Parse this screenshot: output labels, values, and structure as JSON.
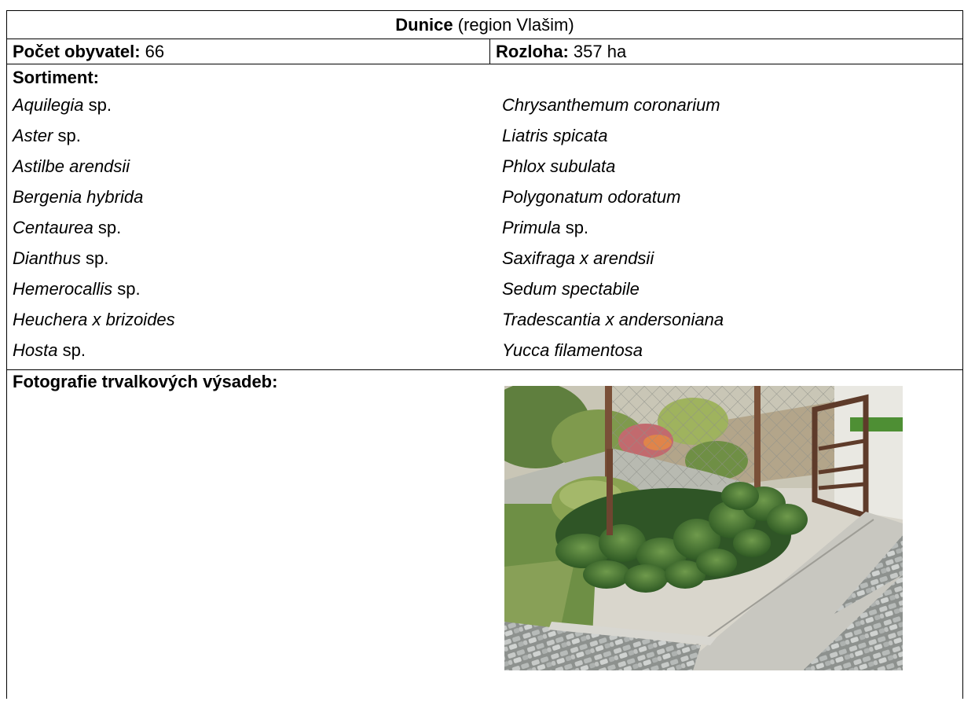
{
  "header": {
    "village": "Dunice",
    "region": "(region Vlašim)"
  },
  "stats": {
    "population_label": "Počet obyvatel:",
    "population_value": "66",
    "area_label": "Rozloha:",
    "area_value": "357 ha"
  },
  "sortiment": {
    "heading": "Sortiment:",
    "left": [
      {
        "name": "Aquilegia",
        "suffix": " sp."
      },
      {
        "name": "Aster",
        "suffix": " sp."
      },
      {
        "name": "Astilbe arendsii",
        "suffix": ""
      },
      {
        "name": "Bergenia hybrida",
        "suffix": ""
      },
      {
        "name": "Centaurea",
        "suffix": " sp."
      },
      {
        "name": "Dianthus",
        "suffix": " sp."
      },
      {
        "name": "Hemerocallis",
        "suffix": " sp."
      },
      {
        "name": "Heuchera x brizoides",
        "suffix": ""
      },
      {
        "name": "Hosta",
        "suffix": " sp."
      }
    ],
    "right": [
      {
        "name": "Chrysanthemum coronarium",
        "suffix": ""
      },
      {
        "name": "Liatris spicata",
        "suffix": ""
      },
      {
        "name": "Phlox subulata",
        "suffix": ""
      },
      {
        "name": "Polygonatum odoratum",
        "suffix": ""
      },
      {
        "name": "Primula",
        "suffix": " sp."
      },
      {
        "name": "Saxifraga x arendsii",
        "suffix": ""
      },
      {
        "name": "Sedum spectabile",
        "suffix": ""
      },
      {
        "name": "Tradescantia x andersoniana",
        "suffix": ""
      },
      {
        "name": "Yucca filamentosa",
        "suffix": ""
      }
    ]
  },
  "photos": {
    "heading": "Fotografie trvalkových výsadeb:"
  },
  "colors": {
    "border": "#000000",
    "foliage": "#4f7a3a",
    "paving": "#b9bcb8",
    "fence": "#6b4a35"
  }
}
